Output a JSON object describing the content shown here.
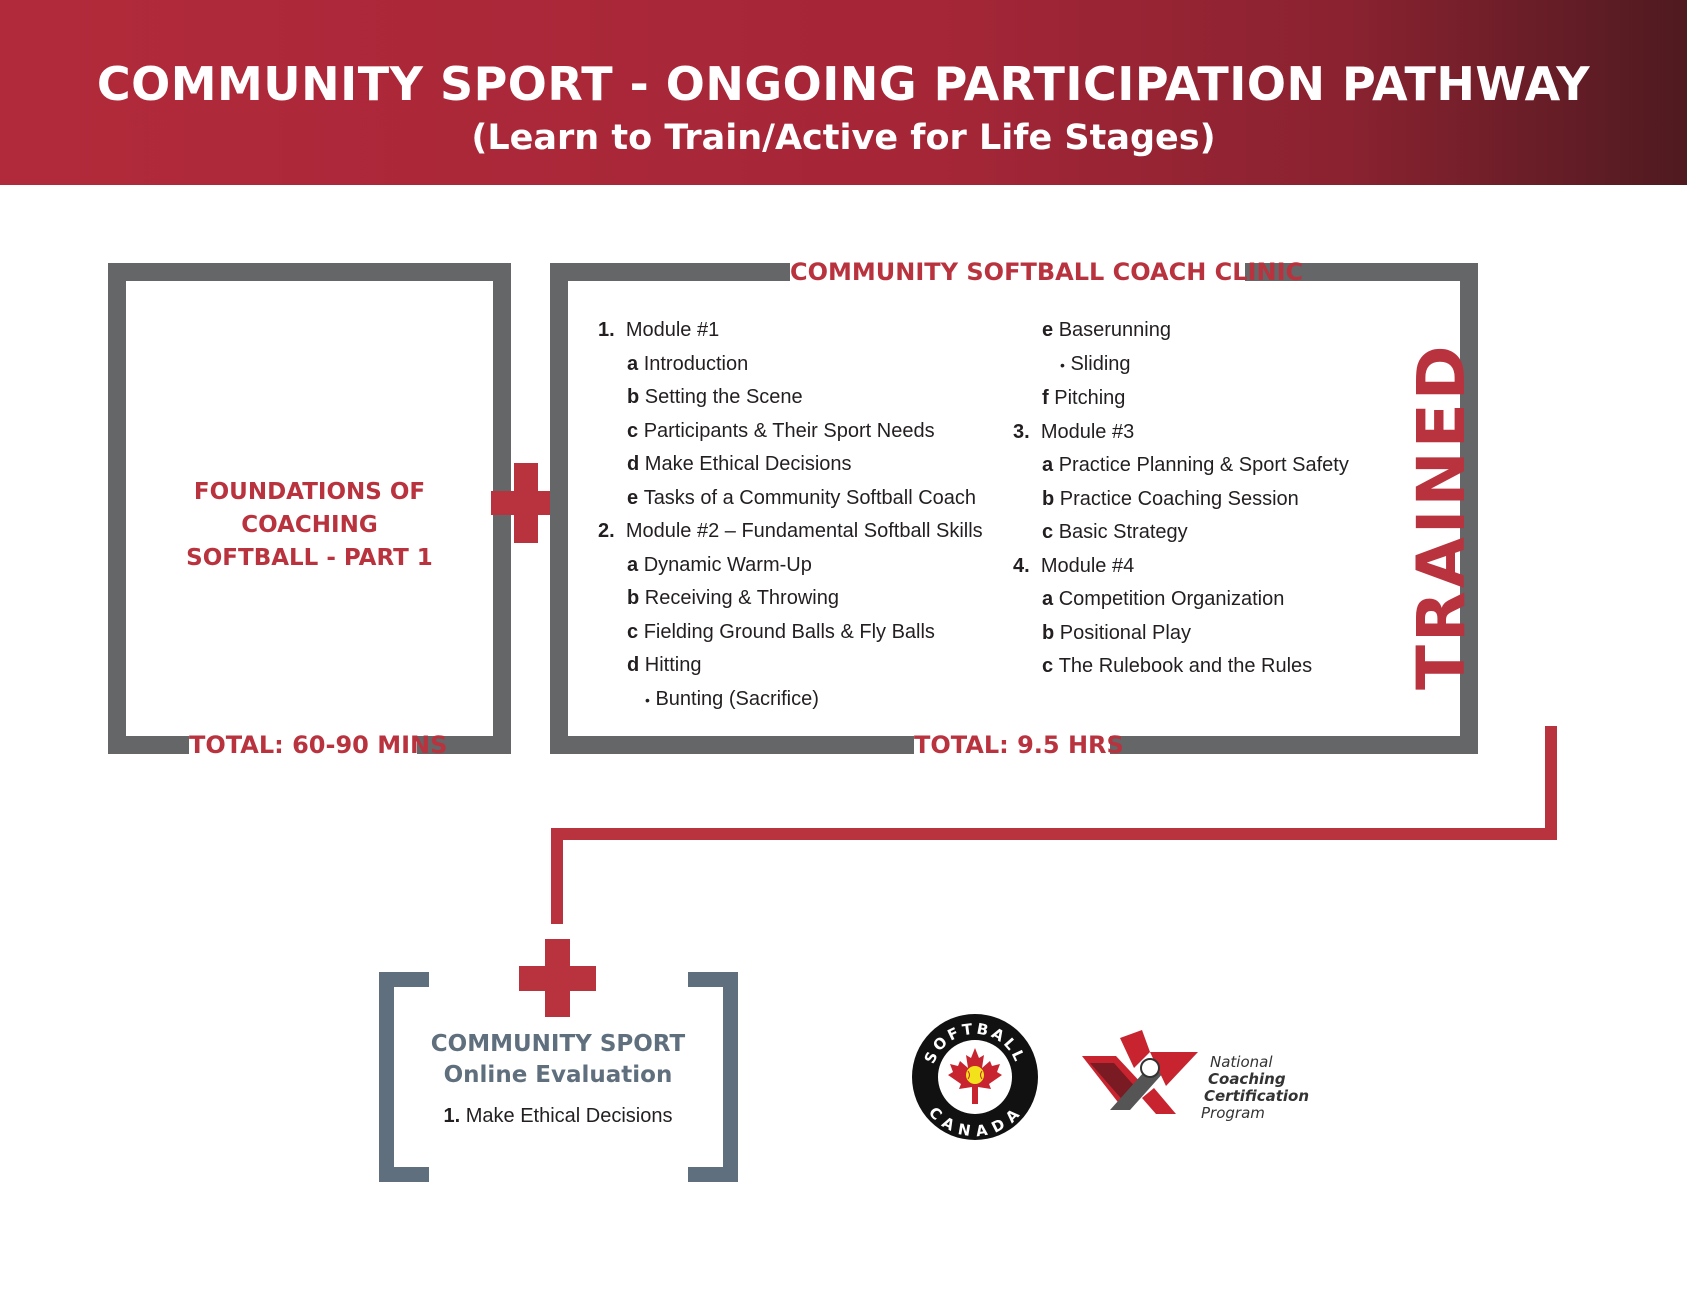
{
  "header": {
    "title": "COMMUNITY SPORT - ONGOING PARTICIPATION PATHWAY",
    "subtitle": "(Learn to Train/Active for Life Stages)"
  },
  "foundations": {
    "line1": "FOUNDATIONS OF COACHING",
    "line2": "SOFTBALL  - PART 1",
    "total": "TOTAL: 60-90 MINS"
  },
  "clinic": {
    "title": "COMMUNITY SOFTBALL COACH CLINIC",
    "total": "TOTAL: 9.5 HRS",
    "col1": [
      {
        "mark": "1.",
        "text": "Module #1",
        "level": 0
      },
      {
        "mark": "a",
        "text": "Introduction",
        "level": 1
      },
      {
        "mark": "b",
        "text": "Setting the Scene",
        "level": 1
      },
      {
        "mark": "c",
        "text": "Participants & Their Sport Needs",
        "level": 1
      },
      {
        "mark": "d",
        "text": "Make Ethical Decisions",
        "level": 1
      },
      {
        "mark": "e",
        "text": "Tasks of a Community Softball Coach",
        "level": 1
      },
      {
        "mark": "2.",
        "text": "Module #2 – Fundamental Softball Skills",
        "level": 0
      },
      {
        "mark": "a",
        "text": "Dynamic Warm-Up",
        "level": 1
      },
      {
        "mark": "b",
        "text": "Receiving & Throwing",
        "level": 1
      },
      {
        "mark": "c",
        "text": "Fielding Ground Balls & Fly Balls",
        "level": 1
      },
      {
        "mark": "d",
        "text": "Hitting",
        "level": 1
      },
      {
        "mark": "•",
        "text": "Bunting (Sacrifice)",
        "level": 2
      }
    ],
    "col2": [
      {
        "mark": "e",
        "text": "Baserunning",
        "level": 1
      },
      {
        "mark": "•",
        "text": "Sliding",
        "level": 2
      },
      {
        "mark": "f",
        "text": "Pitching",
        "level": 1
      },
      {
        "mark": "3.",
        "text": "Module #3",
        "level": 0
      },
      {
        "mark": "a",
        "text": "Practice Planning & Sport Safety",
        "level": 1
      },
      {
        "mark": "b",
        "text": "Practice Coaching Session",
        "level": 1
      },
      {
        "mark": "c",
        "text": "Basic Strategy",
        "level": 1
      },
      {
        "mark": "4.",
        "text": "Module #4",
        "level": 0
      },
      {
        "mark": "a",
        "text": "Competition Organization",
        "level": 1
      },
      {
        "mark": "b",
        "text": "Positional Play",
        "level": 1
      },
      {
        "mark": "c",
        "text": "The Rulebook and the Rules",
        "level": 1
      }
    ]
  },
  "trained_label": "TRAINED",
  "evaluation": {
    "line1": "COMMUNITY SPORT",
    "line2": "Online Evaluation",
    "item_mark": "1.",
    "item_text": "Make Ethical Decisions"
  },
  "logos": {
    "softball_top": "SOFTBALL",
    "softball_bottom": "CANADA",
    "nccp_line1": "National",
    "nccp_line2": "Coaching",
    "nccp_line3": "Certification",
    "nccp_line4": "Program"
  },
  "colors": {
    "brand_red": "#b9333f",
    "frame_gray": "#646668",
    "eval_slate": "#5f6f7d"
  }
}
